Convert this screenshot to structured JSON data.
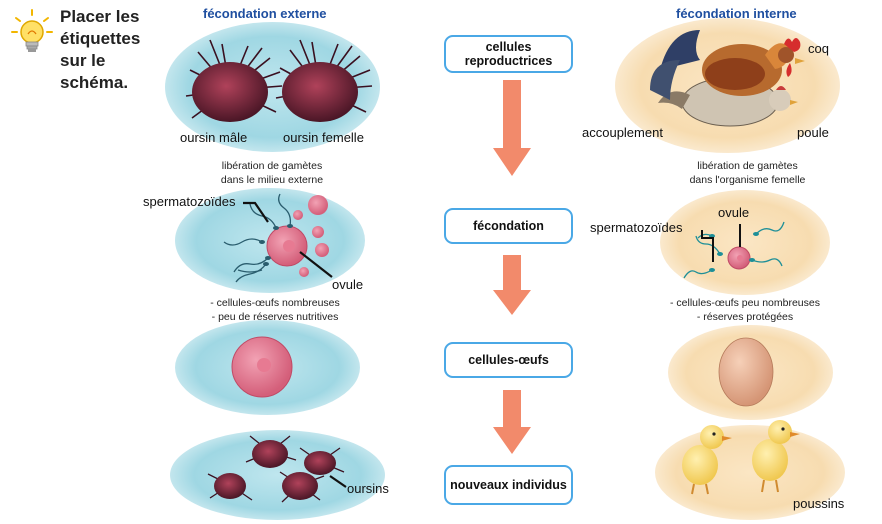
{
  "instruction": {
    "lines": [
      "Placer les",
      "étiquettes",
      "sur le",
      "schéma."
    ]
  },
  "columns": {
    "left_title": "fécondation externe",
    "right_title": "fécondation interne"
  },
  "center_boxes": [
    "cellules reproductrices",
    "fécondation",
    "cellules-œufs",
    "nouveaux individus"
  ],
  "left": {
    "labels": {
      "male": "oursin mâle",
      "female": "oursin femelle",
      "sperm": "spermatozoïdes",
      "ovum": "ovule",
      "urchins": "oursins"
    },
    "caption1": [
      "libération de gamètes",
      "dans le milieu externe"
    ],
    "caption2": [
      "- cellules-œufs nombreuses",
      "- peu de réserves nutritives"
    ]
  },
  "right": {
    "labels": {
      "rooster": "coq",
      "hen": "poule",
      "mating": "accouplement",
      "sperm": "spermatozoïdes",
      "ovum": "ovule",
      "chicks": "poussins"
    },
    "caption1": [
      "libération de gamètes",
      "dans l'organisme femelle"
    ],
    "caption2": [
      "- cellules-œufs peu nombreuses",
      "- réserves protégées"
    ]
  },
  "colors": {
    "arrow": "#f28a6b",
    "box_border": "#4aa8e6",
    "title": "#1f4fa0",
    "sea": "#a9dbe6",
    "sand": "#f7dcb0"
  }
}
